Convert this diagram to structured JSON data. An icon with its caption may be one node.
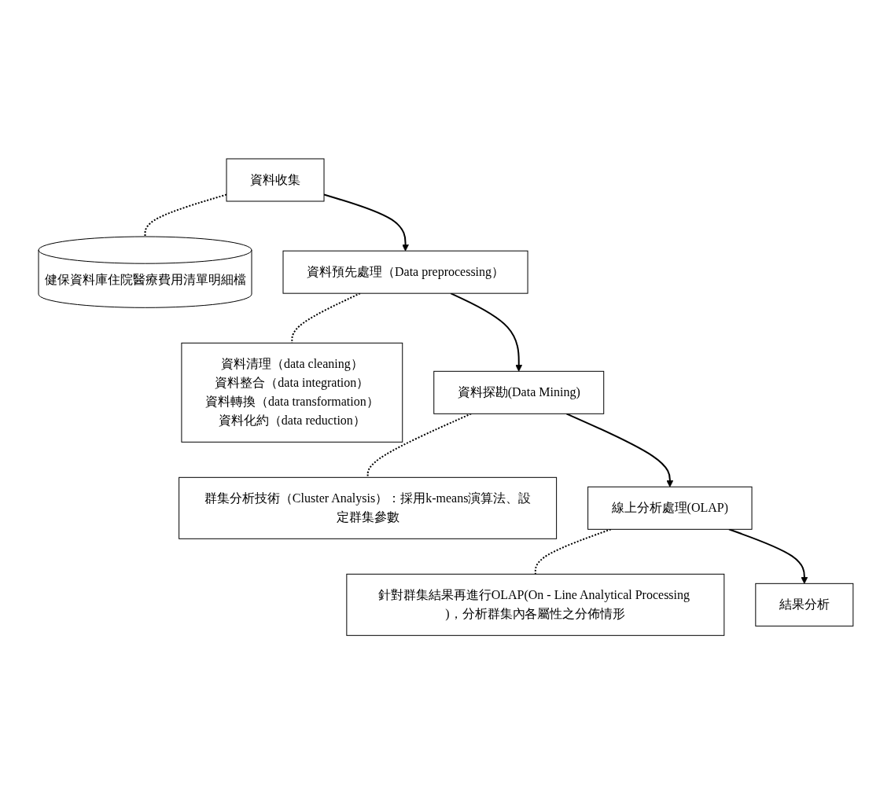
{
  "diagram": {
    "nodes": [
      {
        "text": [
          "資料收集"
        ]
      },
      {
        "text": [
          "健保資料庫住院醫療費用清單明細檔"
        ]
      },
      {
        "text": [
          "資料預先處理（Data preprocessing）"
        ]
      },
      {
        "text": [
          "資料清理（data cleaning）",
          "資料整合（data integration）",
          "資料轉換（data transformation）",
          "資料化約（data reduction）"
        ]
      },
      {
        "text": [
          "資料探勘(Data Mining)"
        ]
      },
      {
        "text": [
          "群集分析技術（Cluster Analysis）：採用k-means演算法、設定群集參數"
        ]
      },
      {
        "text": [
          "線上分析處理(OLAP)"
        ]
      },
      {
        "text": [
          "針對群集結果再進行OLAP(On - Line Analytical Processing )，分析群集內各屬性之分佈情形"
        ]
      },
      {
        "text": [
          "結果分析"
        ]
      }
    ],
    "edges": [
      {
        "from": 0,
        "to": 1,
        "arrow": "none",
        "style": "dashed"
      },
      {
        "from": 0,
        "to": 2,
        "arrow": "to"
      },
      {
        "from": 2,
        "to": 3,
        "arrow": "none",
        "style": "dashed"
      },
      {
        "from": 2,
        "to": 4,
        "arrow": "to"
      },
      {
        "from": 4,
        "to": 5,
        "arrow": "none",
        "style": "dashed"
      },
      {
        "from": 4,
        "to": 6,
        "arrow": "to"
      },
      {
        "from": 6,
        "to": 7,
        "arrow": "none",
        "style": "dashed"
      },
      {
        "from": 6,
        "to": 8,
        "arrow": "to"
      }
    ]
  }
}
